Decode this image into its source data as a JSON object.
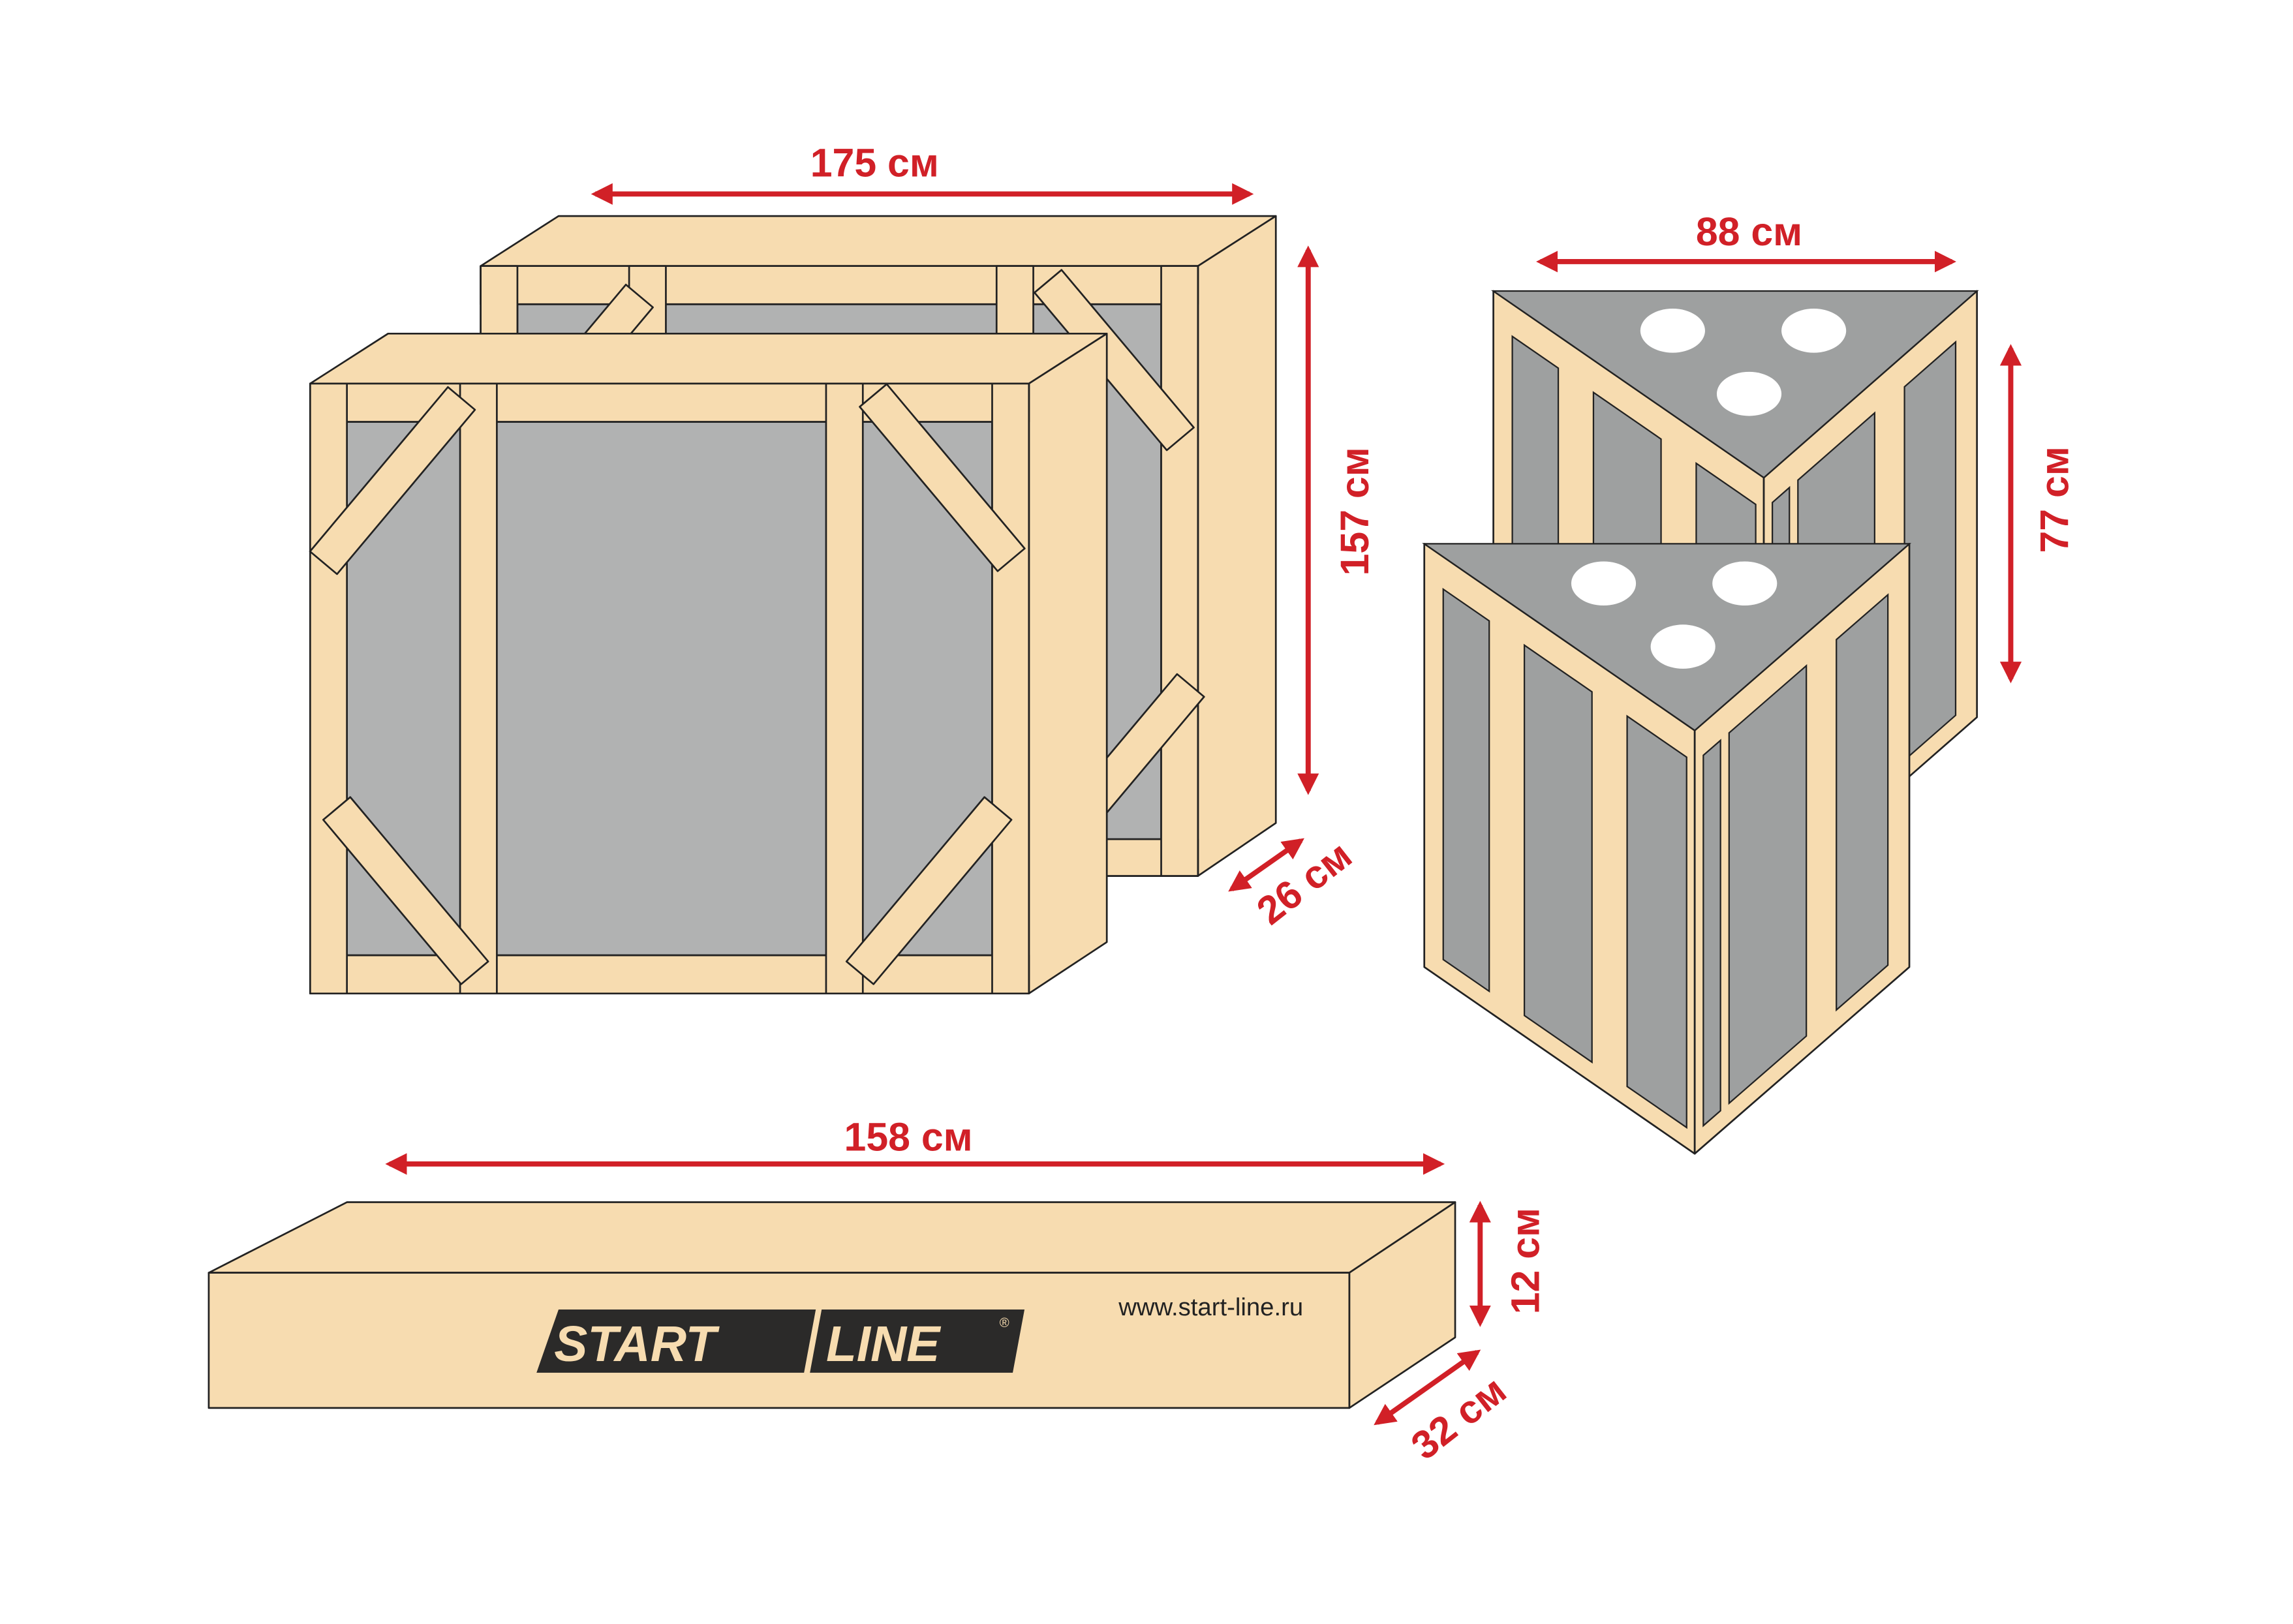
{
  "colors": {
    "wood": "#F7DCB0",
    "panel": "#B1B2B2",
    "panel_dark": "#9EA0A0",
    "dimension": "#D12027",
    "logo_bg": "#2B2A29"
  },
  "panel_box": {
    "width": "175 см",
    "height": "157 см",
    "depth": "26 см"
  },
  "triangle_box": {
    "width": "88 см",
    "height": "77 см"
  },
  "long_box": {
    "length": "158 см",
    "height": "12 см",
    "depth": "32 см",
    "url": "www.start-line.ru",
    "logo": {
      "left": "START",
      "right": "LINE",
      "mark": "®"
    }
  }
}
